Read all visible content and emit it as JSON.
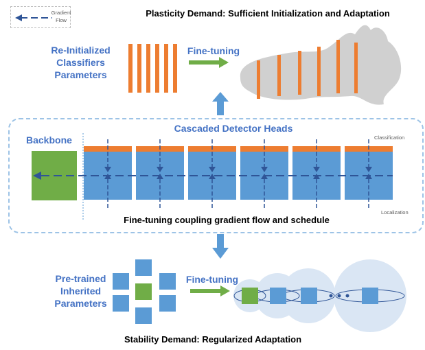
{
  "legend": {
    "label_line1": "Gradient",
    "label_line2": "Flow"
  },
  "titles": {
    "top": "Plasticity Demand: Sufficient Initialization and Adaptation",
    "bottom": "Stability Demand: Regularized Adaptation",
    "middle": "Fine-tuning coupling gradient flow and schedule",
    "heads": "Cascaded Detector Heads"
  },
  "top_section": {
    "label_line1": "Re-Initialized",
    "label_line2": "Classifiers",
    "label_line3": "Parameters",
    "finetune": "Fine-tuning"
  },
  "middle_section": {
    "backbone": "Backbone",
    "classification": "Classification",
    "localization": "Localization"
  },
  "bottom_section": {
    "label_line1": "Pre-trained",
    "label_line2": "Inherited",
    "label_line3": "Parameters",
    "finetune": "Fine-tuning"
  },
  "colors": {
    "blue": "#5b9bd5",
    "orange": "#ed7d31",
    "green": "#70ad47",
    "dark_blue": "#2f5597",
    "text_blue": "#4472c4"
  },
  "icons": [
    "gradient-flow-arrow-icon",
    "up-arrow-icon",
    "down-arrow-icon",
    "right-arrow-icon"
  ]
}
